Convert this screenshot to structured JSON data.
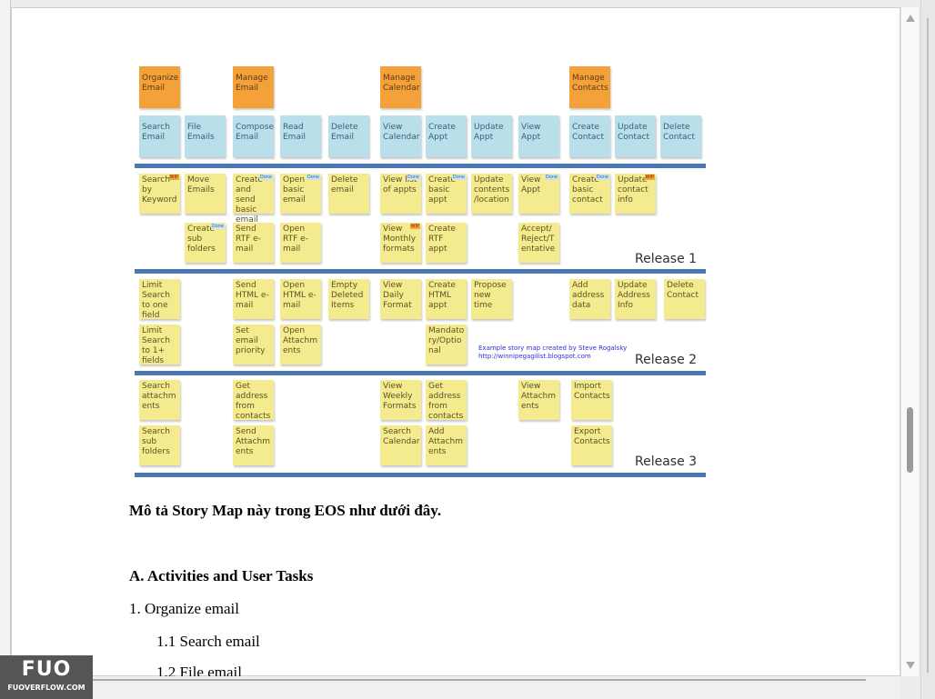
{
  "storymap": {
    "activities": [
      "Organize Email",
      "Manage Email",
      "Manage Calendar",
      "Manage Contacts"
    ],
    "tasks": [
      "Search Email",
      "File Emails",
      "Compose Email",
      "Read Email",
      "Delete Email",
      "View Calendar",
      "Create Appt",
      "Update Appt",
      "View Appt",
      "Create Contact",
      "Update Contact",
      "Delete Contact"
    ],
    "release1": [
      "Search by Keyword",
      "Move Emails",
      "Create and send basic email",
      "Open basic email",
      "Delete email",
      "View list of appts",
      "Create basic appt",
      "Update contents /location",
      "View Appt",
      "Create basic contact",
      "Update contact info",
      "Create sub folders",
      "Send RTF e-mail",
      "Open RTF e-mail",
      "View Monthly formats",
      "Create RTF appt",
      "Accept/ Reject/T entative"
    ],
    "release2": [
      "Limit Search to one field",
      "Send HTML e-mail",
      "Open HTML e-mail",
      "Empty Deleted Items",
      "View Daily Format",
      "Create HTML appt",
      "Propose new time",
      "Add address data",
      "Update Address Info",
      "Delete Contact",
      "Limit Search to 1+ fields",
      "Set email priority",
      "Open Attachm ents",
      "Mandato ry/Optio nal"
    ],
    "release3": [
      "Search attachm ents",
      "Get address from contacts",
      "View Weekly Formats",
      "Get address from contacts",
      "View Attachm ents",
      "Import Contacts",
      "Search sub folders",
      "Send Attachm ents",
      "Search Calendar",
      "Add Attachm ents",
      "Export Contacts"
    ],
    "tags": {
      "done": "Done",
      "wip": "WIP"
    },
    "release_labels": [
      "Release 1",
      "Release 2",
      "Release 3"
    ],
    "credit_line1": "Example story map created by Steve Rogalsky",
    "credit_line2": "http://winnipegagilist.blogspot.com"
  },
  "doc": {
    "description": "Mô tả Story Map này trong EOS như dưới đây.",
    "section_a": "A. Activities and User Tasks",
    "item_1": "1. Organize email",
    "item_1_1": "1.1 Search email",
    "item_1_2": "1.2 File email"
  },
  "watermark": {
    "logo": "FUO",
    "site": "FUOVERFLOW.COM"
  },
  "colors": {
    "activity": "#f5a13a",
    "task": "#b9dfea",
    "story": "#f4ea8e",
    "release_line": "#4b78b5",
    "credit": "#2e2edc"
  }
}
